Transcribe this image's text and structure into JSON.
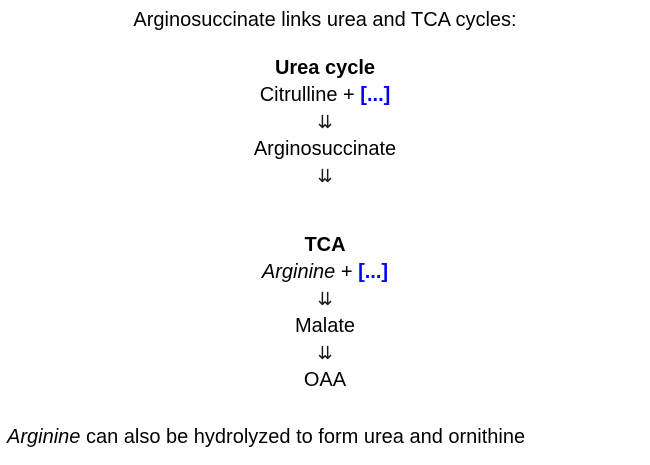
{
  "card": {
    "title": "Arginosuccinate links urea and TCA cycles:",
    "urea": {
      "heading": "Urea cycle",
      "reactants_prefix": "Citrulline + ",
      "cloze": "[...]",
      "arrow1": "⇊",
      "intermediate": "Arginosuccinate",
      "arrow2": "⇊"
    },
    "tca": {
      "heading": "TCA",
      "reactant_italic": "Arginine",
      "plus": " + ",
      "cloze": "[...]",
      "arrow1": "⇊",
      "step1": "Malate",
      "arrow2": "⇊",
      "step2": "OAA"
    },
    "footer": {
      "italic_word": "Arginine",
      "text": " can also be hydrolyzed to form urea and ornithine"
    }
  },
  "colors": {
    "cloze_blue": "#0000ff"
  }
}
